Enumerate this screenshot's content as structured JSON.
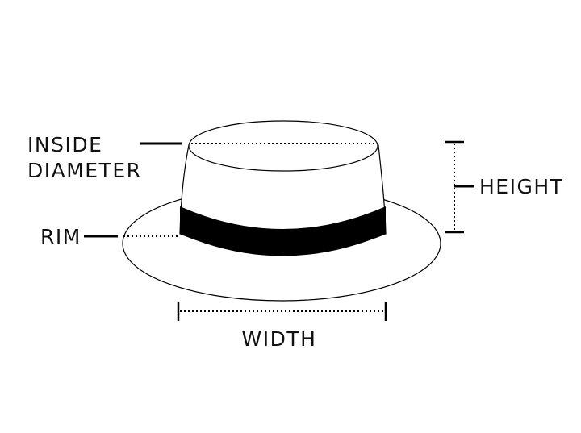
{
  "labels": {
    "inside_diameter_line1": "INSIDE",
    "inside_diameter_line2": "DIAMETER",
    "rim": "RIM",
    "height": "HEIGHT",
    "width": "WIDTH"
  },
  "colors": {
    "ink": "#000000",
    "band": "#000000",
    "background": "#ffffff"
  }
}
